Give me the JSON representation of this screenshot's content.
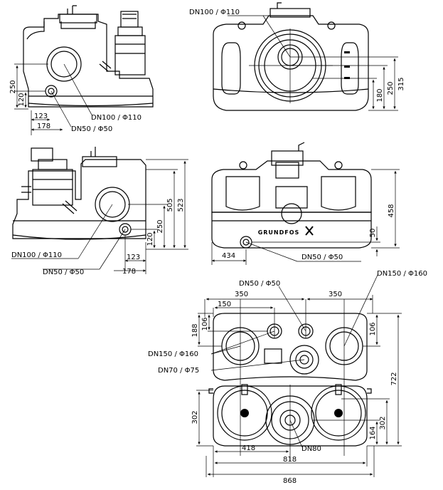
{
  "views": {
    "side_left": {
      "dims": [
        "250",
        "120",
        "123",
        "178"
      ],
      "callouts": [
        "DN100 / Φ110",
        "DN50 / Φ50"
      ]
    },
    "front_top": {
      "callouts": [
        "DN100 / Φ110"
      ],
      "dims": [
        "315",
        "250",
        "180"
      ]
    },
    "side_right": {
      "dims": [
        "523",
        "505",
        "250",
        "120",
        "123",
        "178"
      ],
      "callouts": [
        "DN100 / Φ110",
        "DN50 / Φ50"
      ]
    },
    "front_mid": {
      "dims": [
        "458",
        "50",
        "434"
      ],
      "callouts": [
        "DN50 / Φ50"
      ],
      "brand_logo": "GRUNDFOS"
    },
    "plan": {
      "dims": [
        "350",
        "350",
        "150",
        "106",
        "188",
        "106",
        "722",
        "302",
        "164",
        "302",
        "418",
        "818",
        "868"
      ],
      "callouts": [
        "DN50 / Φ50",
        "DN150 / Φ160",
        "DN150 / Φ160",
        "DN70 / Φ75",
        "DN80"
      ]
    }
  }
}
